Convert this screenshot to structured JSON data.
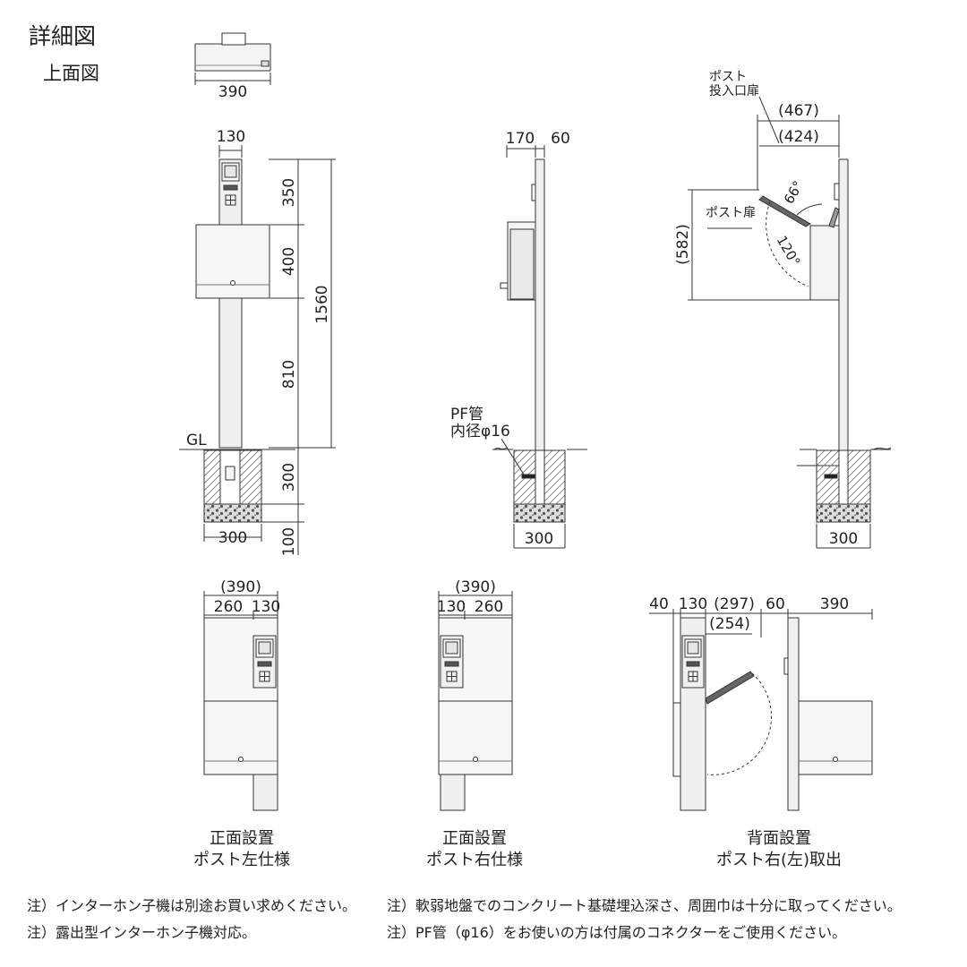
{
  "header": {
    "title": "詳細図",
    "subtitle": "上面図"
  },
  "top_view": {
    "width": "390"
  },
  "side_a": {
    "width_top": "130",
    "seg1": "350",
    "seg2": "400",
    "seg3": "810",
    "total": "1560",
    "ground_label": "GL",
    "seg_below": "300",
    "base": "100",
    "foundation": "300"
  },
  "side_b": {
    "dim1": "170",
    "dim2": "60",
    "pf_label_1": "PF管",
    "pf_label_2": "内径φ16",
    "foundation": "300"
  },
  "side_c": {
    "label_flap_1": "ポスト",
    "label_flap_2": "投入口扉",
    "dim_outer": "(467)",
    "dim_inner": "(424)",
    "angle_flap": "66°",
    "label_door": "ポスト扉",
    "angle_door": "120°",
    "height": "(582)",
    "foundation": "300"
  },
  "front_left": {
    "total": "(390)",
    "part1": "260",
    "part2": "130",
    "cap1": "正面設置",
    "cap2": "ポスト左仕様"
  },
  "front_right": {
    "total": "(390)",
    "part1": "130",
    "part2": "260",
    "cap1": "正面設置",
    "cap2": "ポスト右仕様"
  },
  "rear": {
    "d1": "40",
    "d2": "130",
    "d3": "(297)",
    "d4": "60",
    "d5": "390",
    "d6": "(254)",
    "cap1": "背面設置",
    "cap2": "ポスト右(左)取出"
  },
  "notes": {
    "n1": "注）インターホン子機は別途お買い求めください。",
    "n2": "注）露出型インターホン子機対応。",
    "n3": "注）軟弱地盤でのコンクリート基礎埋込深さ、周囲巾は十分に取ってください。",
    "n4": "注）PF管（φ16）をお使いの方は付属のコネクターをご使用ください。"
  }
}
